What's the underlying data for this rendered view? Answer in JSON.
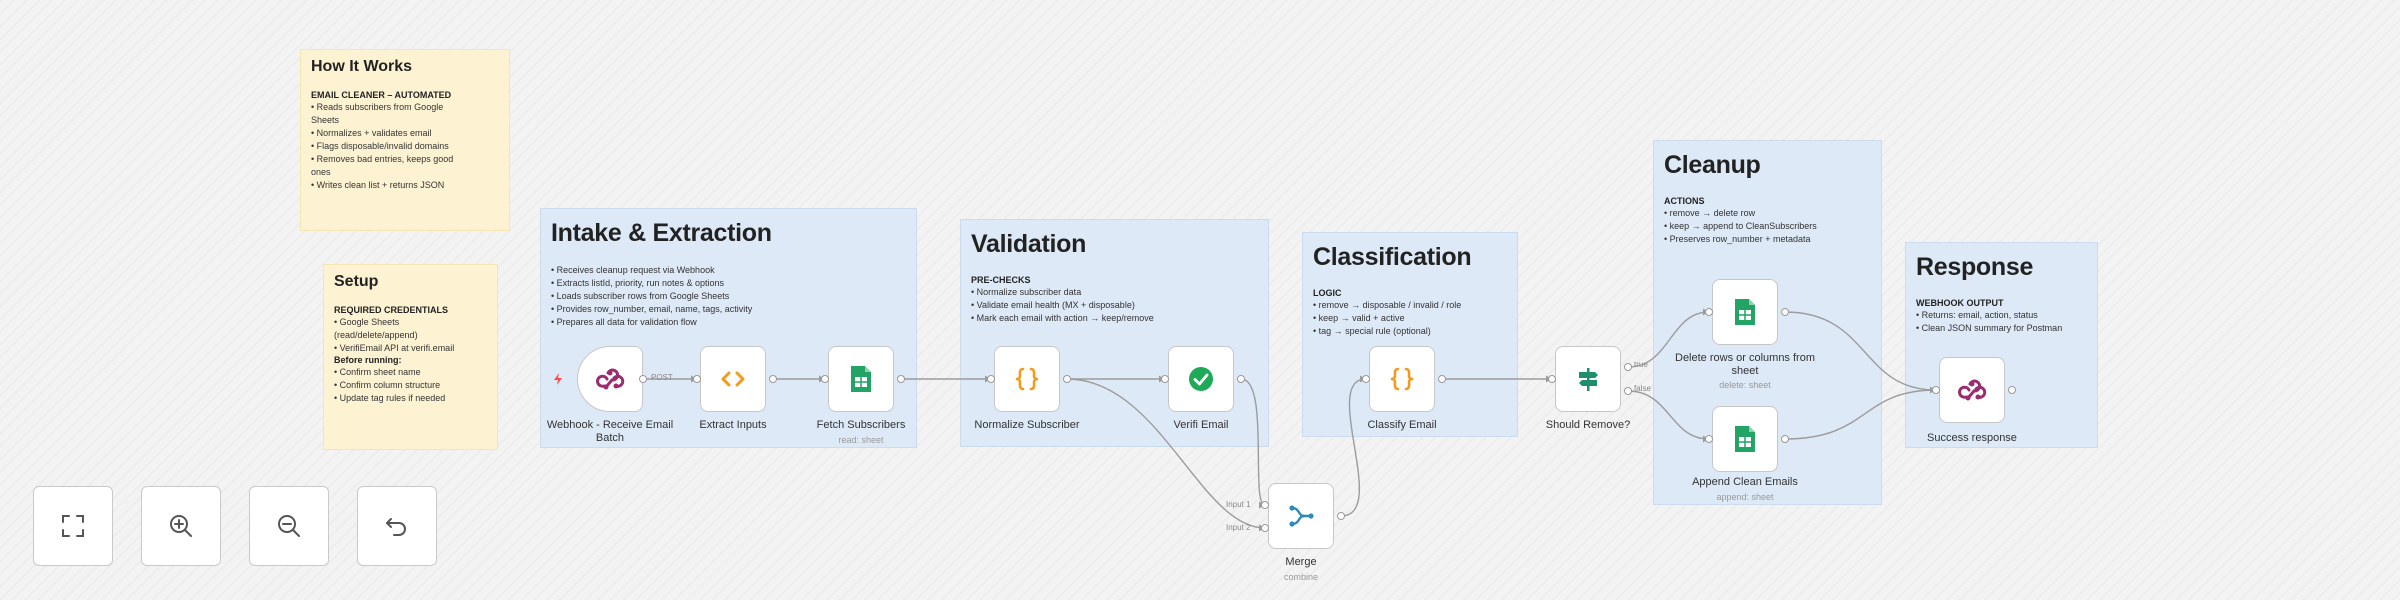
{
  "notes": {
    "how_it_works": {
      "title": "How It Works",
      "subtitle": "EMAIL CLEANER – AUTOMATED",
      "lines": [
        "• Reads subscribers from Google",
        "Sheets",
        "• Normalizes + validates email",
        "• Flags disposable/invalid domains",
        "• Removes bad entries, keeps good",
        "ones",
        "• Writes clean list + returns JSON"
      ]
    },
    "setup": {
      "title": "Setup",
      "subtitle": "REQUIRED CREDENTIALS",
      "lines": [
        "• Google Sheets",
        "(read/delete/append)",
        "• VerifiEmail API at verifi.email"
      ],
      "subtitle2": "Before running:",
      "lines2": [
        "• Confirm sheet name",
        "• Confirm column structure",
        "• Update tag rules if needed"
      ]
    },
    "intake": {
      "title": "Intake & Extraction",
      "lines": [
        "• Receives cleanup request via Webhook",
        "• Extracts listId, priority, run notes & options",
        "• Loads subscriber rows from Google Sheets",
        "• Provides row_number, email, name, tags, activity",
        "• Prepares all data for validation flow"
      ]
    },
    "validation": {
      "title": "Validation",
      "subtitle": "PRE-CHECKS",
      "lines": [
        "• Normalize subscriber data",
        "• Validate email health (MX + disposable)",
        "• Mark each email with action → keep/remove"
      ]
    },
    "classification": {
      "title": "Classification",
      "subtitle": "LOGIC",
      "lines": [
        "• remove → disposable / invalid / role",
        "• keep → valid + active",
        "• tag → special rule (optional)"
      ]
    },
    "cleanup": {
      "title": "Cleanup",
      "subtitle": "ACTIONS",
      "lines": [
        "• remove → delete row",
        "• keep → append to CleanSubscribers",
        "• Preserves row_number + metadata"
      ]
    },
    "response": {
      "title": "Response",
      "subtitle": "WEBHOOK OUTPUT",
      "lines": [
        "• Returns: email, action, status",
        "• Clean JSON summary for Postman"
      ]
    }
  },
  "nodes": {
    "webhook": {
      "label": "Webhook - Receive Email Batch",
      "port_label": "POST",
      "icon": "webhook-icon"
    },
    "extract": {
      "label": "Extract Inputs",
      "icon": "code-icon"
    },
    "fetch": {
      "label": "Fetch Subscribers",
      "sub": "read: sheet",
      "icon": "google-sheets-icon"
    },
    "normalize": {
      "label": "Normalize Subscriber",
      "icon": "braces-icon"
    },
    "verifi": {
      "label": "Verifi Email",
      "icon": "check-circle-icon"
    },
    "merge": {
      "label": "Merge",
      "sub": "combine",
      "input1": "Input 1",
      "input2": "Input 2",
      "icon": "merge-icon"
    },
    "classify": {
      "label": "Classify Email",
      "icon": "braces-icon"
    },
    "should_remove": {
      "label": "Should Remove?",
      "out_true": "true",
      "out_false": "false",
      "icon": "signpost-icon"
    },
    "delete": {
      "label": "Delete rows or columns from sheet",
      "sub": "delete: sheet",
      "icon": "google-sheets-icon"
    },
    "append": {
      "label": "Append Clean Emails",
      "sub": "append: sheet",
      "icon": "google-sheets-icon"
    },
    "success": {
      "label": "Success response",
      "icon": "webhook-icon"
    }
  },
  "controls": [
    "fit-view-icon",
    "zoom-in-icon",
    "zoom-out-icon",
    "undo-icon"
  ],
  "colors": {
    "sheets_green": "#21a464",
    "code_orange": "#f29b1d",
    "webhook_purple": "#9b2c6e",
    "verifi_green": "#1faa59",
    "merge_teal": "#2e8bb8",
    "trigger_red": "#ff4a4a"
  }
}
